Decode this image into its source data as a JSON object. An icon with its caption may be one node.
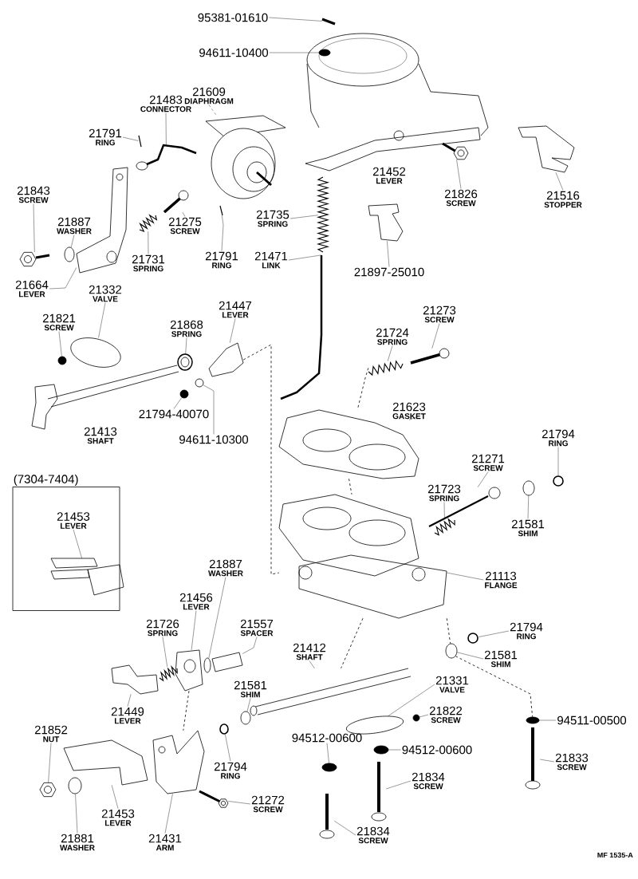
{
  "diagram": {
    "nodes": [
      {
        "text": [
          "95381-01610"
        ]
      },
      {
        "text": [
          "94611-10400"
        ]
      },
      {
        "text": [
          "21609",
          "DIAPHRAGM"
        ]
      },
      {
        "text": [
          "21483",
          "CONNECTOR"
        ]
      },
      {
        "text": [
          "21791",
          "RING"
        ]
      },
      {
        "text": [
          "21843",
          "SCREW"
        ]
      },
      {
        "text": [
          "21887",
          "WASHER"
        ]
      },
      {
        "text": [
          "21275",
          "SCREW"
        ]
      },
      {
        "text": [
          "21664",
          "LEVER"
        ]
      },
      {
        "text": [
          "21731",
          "SPRING"
        ]
      },
      {
        "text": [
          "21791",
          "RING"
        ]
      },
      {
        "text": [
          "21735",
          "SPRING"
        ]
      },
      {
        "text": [
          "21471",
          "LINK"
        ]
      },
      {
        "text": [
          "21452",
          "LEVER"
        ]
      },
      {
        "text": [
          "21826",
          "SCREW"
        ]
      },
      {
        "text": [
          "21516",
          "STOPPER"
        ]
      },
      {
        "text": [
          "21897-25010"
        ]
      },
      {
        "text": [
          "21332",
          "VALVE"
        ]
      },
      {
        "text": [
          "21821",
          "SCREW"
        ]
      },
      {
        "text": [
          "21868",
          "SPRING"
        ]
      },
      {
        "text": [
          "21447",
          "LEVER"
        ]
      },
      {
        "text": [
          "21794-40070"
        ]
      },
      {
        "text": [
          "21413",
          "SHAFT"
        ]
      },
      {
        "text": [
          "94611-10300"
        ]
      },
      {
        "text": [
          "21273",
          "SCREW"
        ]
      },
      {
        "text": [
          "21724",
          "SPRING"
        ]
      },
      {
        "text": [
          "21623",
          "GASKET"
        ]
      },
      {
        "text": [
          "21794",
          "RING"
        ]
      },
      {
        "text": [
          "21271",
          "SCREW"
        ]
      },
      {
        "text": [
          "21723",
          "SPRING"
        ]
      },
      {
        "text": [
          "21581",
          "SHIM"
        ]
      },
      {
        "text": [
          "21113",
          "FLANGE"
        ]
      },
      {
        "text": [
          "(7304-7404)"
        ]
      },
      {
        "text": [
          "21453",
          "LEVER"
        ],
        "in": 32
      },
      {
        "text": [
          "21887",
          "WASHER"
        ]
      },
      {
        "text": [
          "21456",
          "LEVER"
        ]
      },
      {
        "text": [
          "21726",
          "SPRING"
        ]
      },
      {
        "text": [
          "21557",
          "SPACER"
        ]
      },
      {
        "text": [
          "21412",
          "SHAFT"
        ]
      },
      {
        "text": [
          "21794",
          "RING"
        ]
      },
      {
        "text": [
          "21581",
          "SHIM"
        ]
      },
      {
        "text": [
          "21449",
          "LEVER"
        ]
      },
      {
        "text": [
          "21581",
          "SHIM"
        ]
      },
      {
        "text": [
          "21331",
          "VALVE"
        ]
      },
      {
        "text": [
          "21822",
          "SCREW"
        ]
      },
      {
        "text": [
          "94511-00500"
        ]
      },
      {
        "text": [
          "21852",
          "NUT"
        ]
      },
      {
        "text": [
          "94512-00600"
        ]
      },
      {
        "text": [
          "94512-00600"
        ]
      },
      {
        "text": [
          "21833",
          "SCREW"
        ]
      },
      {
        "text": [
          "21794",
          "RING"
        ]
      },
      {
        "text": [
          "21834",
          "SCREW"
        ]
      },
      {
        "text": [
          "21272",
          "SCREW"
        ]
      },
      {
        "text": [
          "21453",
          "LEVER"
        ]
      },
      {
        "text": [
          "21881",
          "WASHER"
        ]
      },
      {
        "text": [
          "21431",
          "ARM"
        ]
      },
      {
        "text": [
          "21834",
          "SCREW"
        ]
      },
      {
        "text": [],
        "shape": "picture"
      },
      {
        "text": [],
        "shape": "circle"
      },
      {
        "text": [],
        "shape": "picture"
      },
      {
        "text": [],
        "shape": "picture"
      },
      {
        "text": [],
        "shape": "picture"
      },
      {
        "text": [],
        "shape": "picture"
      },
      {
        "text": [],
        "shape": "circle"
      },
      {
        "text": [],
        "shape": "picture"
      },
      {
        "text": [],
        "shape": "picture"
      },
      {
        "text": [],
        "shape": "picture"
      },
      {
        "text": [],
        "shape": "picture"
      },
      {
        "text": [],
        "shape": "picture"
      },
      {
        "text": [],
        "shape": "picture"
      },
      {
        "text": [],
        "shape": "picture"
      },
      {
        "text": [],
        "shape": "picture"
      },
      {
        "text": [],
        "shape": "picture"
      },
      {
        "text": [],
        "shape": "picture"
      },
      {
        "text": [],
        "shape": "picture"
      },
      {
        "text": [],
        "shape": "circle"
      },
      {
        "text": [],
        "shape": "picture"
      },
      {
        "text": [],
        "shape": "picture"
      },
      {
        "text": [],
        "shape": "circle"
      },
      {
        "text": [],
        "shape": "picture"
      },
      {
        "text": [],
        "shape": "circle"
      },
      {
        "text": [],
        "shape": "picture"
      },
      {
        "text": [],
        "shape": "picture"
      },
      {
        "text": [],
        "shape": "picture"
      },
      {
        "text": [],
        "shape": "circle"
      },
      {
        "text": [],
        "shape": "picture"
      },
      {
        "text": [],
        "shape": "picture"
      },
      {
        "text": [],
        "shape": "circle"
      },
      {
        "text": [],
        "shape": "picture"
      },
      {
        "text": [],
        "shape": "picture",
        "in": 32
      },
      {
        "text": [],
        "shape": "circle"
      },
      {
        "text": [],
        "shape": "picture"
      },
      {
        "text": [],
        "shape": "picture"
      },
      {
        "text": [],
        "shape": "picture"
      },
      {
        "text": [],
        "shape": "picture"
      },
      {
        "text": [],
        "shape": "circle"
      },
      {
        "text": [],
        "shape": "circle"
      },
      {
        "text": [],
        "shape": "picture"
      },
      {
        "text": [],
        "shape": "circle"
      },
      {
        "text": [],
        "shape": "picture"
      },
      {
        "text": [],
        "shape": "circle"
      },
      {
        "text": [],
        "shape": "circle"
      },
      {
        "text": [],
        "shape": "picture"
      },
      {
        "text": [],
        "shape": "circle"
      },
      {
        "text": [],
        "shape": "circle"
      },
      {
        "text": [],
        "shape": "picture"
      },
      {
        "text": [],
        "shape": "circle"
      },
      {
        "text": [],
        "shape": "picture"
      },
      {
        "text": [],
        "shape": "picture"
      },
      {
        "text": [],
        "shape": "picture"
      },
      {
        "text": [],
        "shape": "circle"
      },
      {
        "text": [],
        "shape": "picture"
      },
      {
        "text": [],
        "shape": "picture"
      }
    ],
    "edges": [
      {
        "from": 0,
        "to": 57,
        "arrow": "none"
      },
      {
        "from": 1,
        "to": 58,
        "arrow": "none"
      },
      {
        "from": 2,
        "to": 59,
        "arrow": "none",
        "style": "dashed"
      },
      {
        "from": 3,
        "to": 60,
        "arrow": "none"
      },
      {
        "from": 4,
        "to": 61,
        "arrow": "none"
      },
      {
        "from": 5,
        "to": 62,
        "arrow": "none"
      },
      {
        "from": 6,
        "to": 63,
        "arrow": "none"
      },
      {
        "from": 7,
        "to": 64,
        "arrow": "none"
      },
      {
        "from": 8,
        "to": 65,
        "arrow": "none"
      },
      {
        "from": 9,
        "to": 66,
        "arrow": "none"
      },
      {
        "from": 10,
        "to": 67,
        "arrow": "none"
      },
      {
        "from": 11,
        "to": 68,
        "arrow": "none"
      },
      {
        "from": 12,
        "to": 69,
        "arrow": "none"
      },
      {
        "from": 13,
        "to": 70,
        "arrow": "none"
      },
      {
        "from": 14,
        "to": 71,
        "arrow": "none"
      },
      {
        "from": 15,
        "to": 72,
        "arrow": "none"
      },
      {
        "from": 16,
        "to": 73,
        "arrow": "none"
      },
      {
        "from": 17,
        "to": 74,
        "arrow": "none"
      },
      {
        "from": 18,
        "to": 75,
        "arrow": "none"
      },
      {
        "from": 19,
        "to": 76,
        "arrow": "none"
      },
      {
        "from": 20,
        "to": 77,
        "arrow": "none"
      },
      {
        "from": 21,
        "to": 78,
        "arrow": "none"
      },
      {
        "from": 22,
        "to": 79,
        "arrow": "none"
      },
      {
        "from": 23,
        "to": 80,
        "arrow": "none"
      },
      {
        "from": 24,
        "to": 81,
        "arrow": "none"
      },
      {
        "from": 25,
        "to": 82,
        "arrow": "none"
      },
      {
        "from": 26,
        "to": 83,
        "arrow": "none"
      },
      {
        "from": 27,
        "to": 84,
        "arrow": "none"
      },
      {
        "from": 28,
        "to": 85,
        "arrow": "none"
      },
      {
        "from": 29,
        "to": 86,
        "arrow": "none"
      },
      {
        "from": 30,
        "to": 87,
        "arrow": "none"
      },
      {
        "from": 31,
        "to": 88,
        "arrow": "none"
      },
      {
        "from": 33,
        "to": 89,
        "arrow": "none"
      },
      {
        "from": 34,
        "to": 90,
        "arrow": "none"
      },
      {
        "from": 35,
        "to": 91,
        "arrow": "none"
      },
      {
        "from": 36,
        "to": 92,
        "arrow": "none"
      },
      {
        "from": 37,
        "to": 93,
        "arrow": "none"
      },
      {
        "from": 38,
        "to": 94,
        "arrow": "none"
      },
      {
        "from": 39,
        "to": 95,
        "arrow": "none"
      },
      {
        "from": 40,
        "to": 96,
        "arrow": "none"
      },
      {
        "from": 41,
        "to": 97,
        "arrow": "none"
      },
      {
        "from": 42,
        "to": 98,
        "arrow": "none"
      },
      {
        "from": 43,
        "to": 99,
        "arrow": "none"
      },
      {
        "from": 44,
        "to": 100,
        "arrow": "none"
      },
      {
        "from": 45,
        "to": 101,
        "arrow": "none"
      },
      {
        "from": 46,
        "to": 102,
        "arrow": "none"
      },
      {
        "from": 47,
        "to": 103,
        "arrow": "none"
      },
      {
        "from": 48,
        "to": 104,
        "arrow": "none"
      },
      {
        "from": 49,
        "to": 105,
        "arrow": "none"
      },
      {
        "from": 50,
        "to": 106,
        "arrow": "none"
      },
      {
        "from": 51,
        "to": 107,
        "arrow": "none"
      },
      {
        "from": 52,
        "to": 108,
        "arrow": "none"
      },
      {
        "from": 53,
        "to": 109,
        "arrow": "none"
      },
      {
        "from": 54,
        "to": 110,
        "arrow": "none"
      },
      {
        "from": 55,
        "to": 111,
        "arrow": "none"
      },
      {
        "from": 56,
        "to": 112,
        "arrow": "none"
      },
      {
        "from": 77,
        "to": 88,
        "arrow": "none",
        "style": "dashed"
      },
      {
        "from": 82,
        "to": 83,
        "arrow": "none",
        "style": "dashed"
      },
      {
        "from": 88,
        "to": 96,
        "arrow": "none",
        "style": "dashed"
      },
      {
        "from": 96,
        "to": 101,
        "arrow": "none",
        "style": "dashed"
      },
      {
        "from": 88,
        "to": 94,
        "arrow": "none",
        "style": "dashed"
      },
      {
        "from": 91,
        "to": 111,
        "arrow": "none",
        "style": "dashed"
      },
      {
        "from": 83,
        "to": 88,
        "arrow": "none",
        "style": "dashed"
      }
    ],
    "labels": [
      "MF 1535-A"
    ]
  }
}
